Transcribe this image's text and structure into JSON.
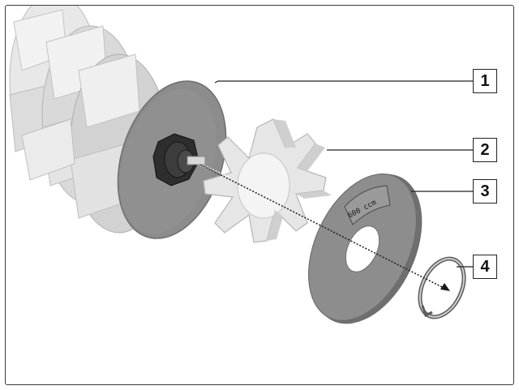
{
  "callouts": [
    {
      "id": "1",
      "label": "1"
    },
    {
      "id": "2",
      "label": "2"
    },
    {
      "id": "3",
      "label": "3"
    },
    {
      "id": "4",
      "label": "4"
    }
  ],
  "disc_label": "600 ccm",
  "colors": {
    "frame": "#3a3a3a",
    "disc": "#8a8a8a",
    "disc_dark": "#6e6e6e",
    "blade_light": "#ececec",
    "blade_shade": "#c9c9c9",
    "hub": "#2a2a2a"
  }
}
